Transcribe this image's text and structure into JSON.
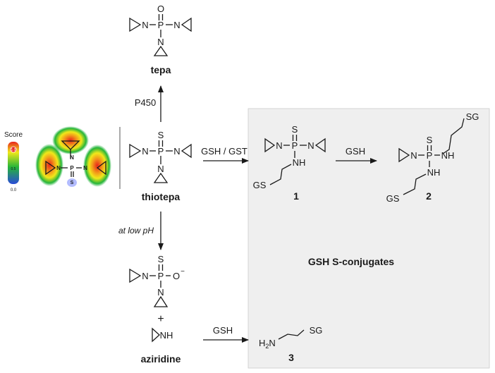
{
  "heatmap": {
    "score_label": "Score",
    "scale_top": "1.0",
    "scale_mid": "0.5",
    "scale_bottom": "0.0",
    "atom_n1": "N",
    "atom_n2": "N",
    "atom_n3": "N",
    "atom_p": "P",
    "atom_s": "S",
    "colors": {
      "red": "#e8231c",
      "yellow": "#f0e81a",
      "green": "#25b53a",
      "blue": "#9aa6ff"
    }
  },
  "tepa": {
    "name": "tepa",
    "o": "O",
    "p": "P",
    "n1": "N",
    "n2": "N",
    "n3": "N"
  },
  "thiotepa": {
    "name": "thiotepa",
    "s": "S",
    "p": "P",
    "n1": "N",
    "n2": "N",
    "n3": "N"
  },
  "reactions": {
    "p450": "P450",
    "gsh_gst": "GSH / GST",
    "gsh_1": "GSH",
    "low_ph": "at low pH",
    "gsh_2": "GSH"
  },
  "compound1": {
    "label": "1",
    "s": "S",
    "p": "P",
    "n1": "N",
    "n2": "N",
    "nh": "NH",
    "gs": "GS"
  },
  "compound2": {
    "label": "2",
    "s": "S",
    "p": "P",
    "n": "N",
    "nh1": "NH",
    "nh2": "NH",
    "gs": "GS",
    "sg": "SG"
  },
  "compound3": {
    "label": "3",
    "h2n": "H",
    "sub2": "2",
    "n": "N",
    "sg": "SG"
  },
  "thiophosphate": {
    "s": "S",
    "p": "P",
    "o": "O",
    "charge": "−",
    "n1": "N",
    "n2": "N"
  },
  "plus": "+",
  "aziridine": {
    "name": "aziridine",
    "nh": "NH"
  },
  "conjugates_box": {
    "title": "GSH S-conjugates",
    "color": "#efefef"
  }
}
